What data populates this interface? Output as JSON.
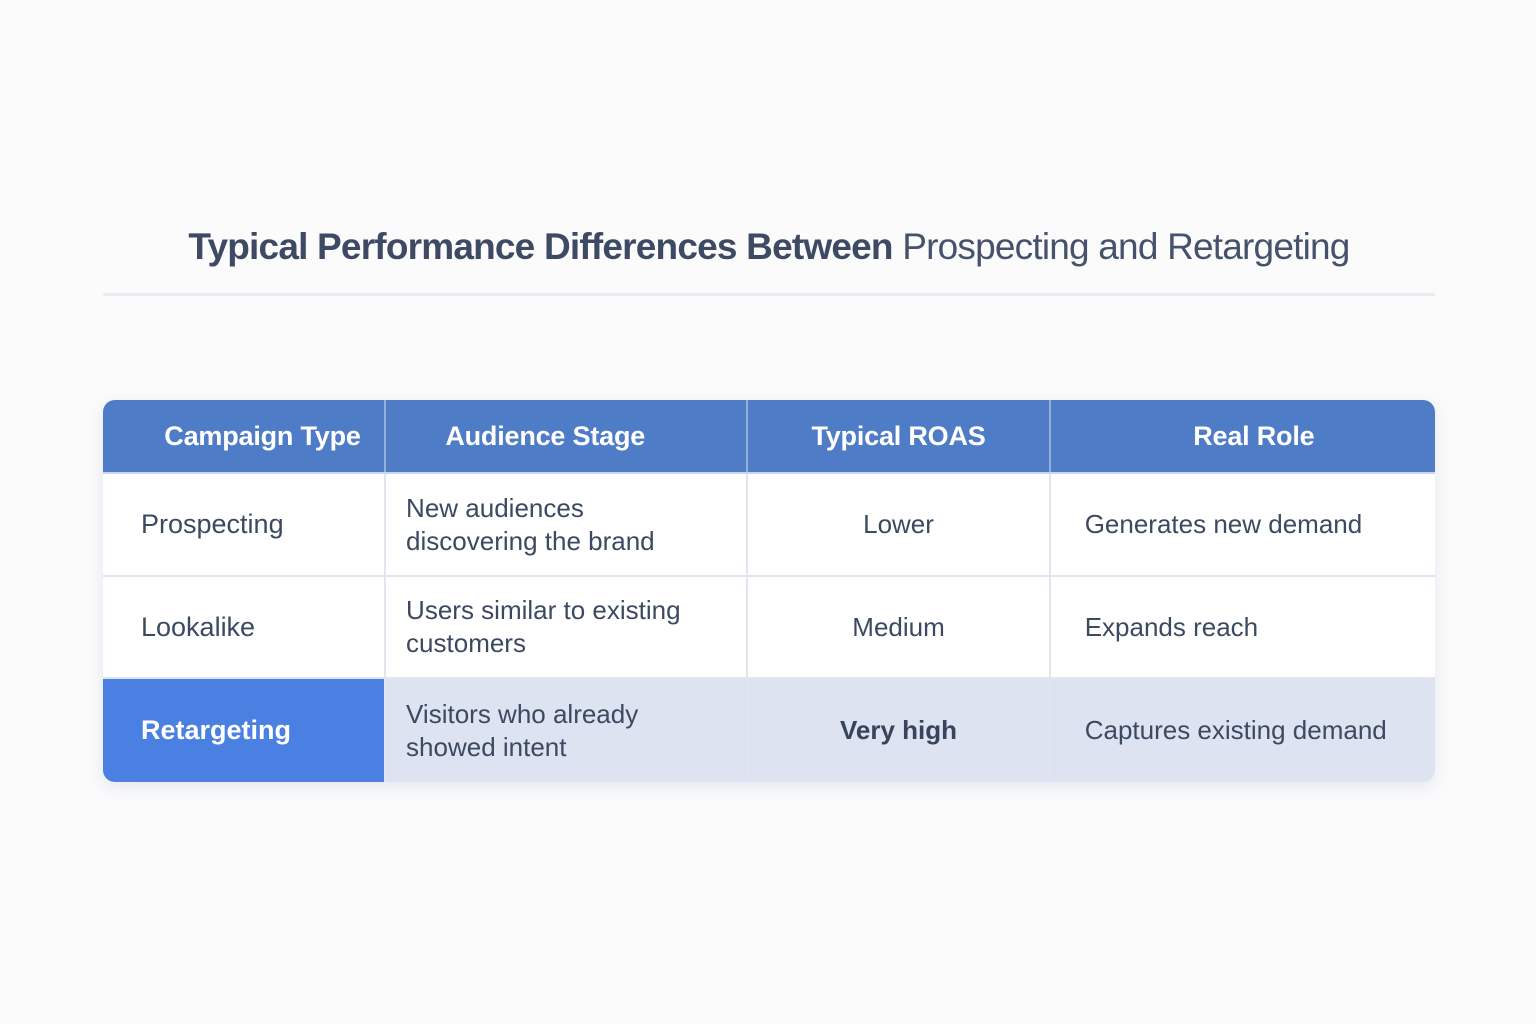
{
  "chart_data": {
    "type": "table",
    "title": "Typical Performance Differences Between Prospecting and Retargeting",
    "title_bold_part": "Typical Performance Differences Between",
    "title_regular_part": "Prospecting and Retargeting",
    "columns": [
      "Campaign Type",
      "Audience Stage",
      "Typical ROAS",
      "Real Role"
    ],
    "rows": [
      {
        "campaign_type": "Prospecting",
        "audience_stage": "New audiences discovering the brand",
        "typical_roas": "Lower",
        "real_role": "Generates new demand"
      },
      {
        "campaign_type": "Lookalike",
        "audience_stage": "Users similar to existing customers",
        "typical_roas": "Medium",
        "real_role": "Expands reach"
      },
      {
        "campaign_type": "Retargeting",
        "audience_stage": "Visitors who already showed intent",
        "typical_roas": "Very high",
        "real_role": "Captures existing demand"
      }
    ],
    "highlighted_row": "Retargeting",
    "layout_hints": {
      "header_position": "top",
      "grid": true,
      "emphasis": "Retargeting row highlighted; ROAS value 'Very high' bolded"
    },
    "accent_colors": {
      "header_bg": "#4f7cc6",
      "highlight_cell_bg": "#4a80e2",
      "highlight_row_bg": "#dde3f0",
      "header_text": "#ffffff",
      "body_text": "#3c4a61",
      "grid_line": "#e0e5ee",
      "title_text": "#3e4a64"
    }
  }
}
